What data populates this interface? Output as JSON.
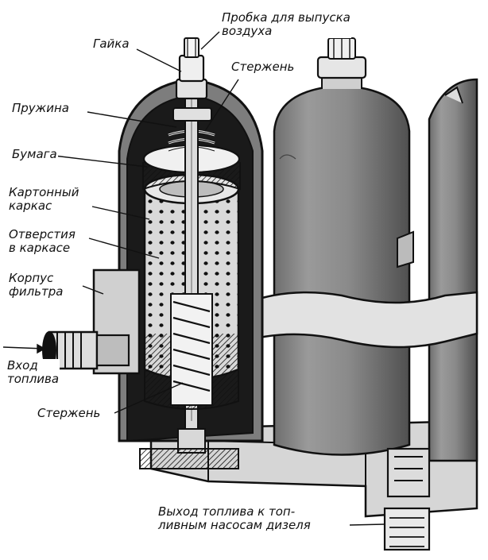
{
  "labels": {
    "probka": "Пробка для выпуска\nвоздуха",
    "gayka": "Гайка",
    "sterzhen_top": "Стержень",
    "pruzhina": "Пружина",
    "bumaga": "Бумага",
    "kartonny_karkas": "Картонный\nкаркас",
    "otverstiya": "Отверстия\nв каркасе",
    "korpus": "Корпус\nфильтра",
    "vkhod": "Вход\nтоплива",
    "sterzhen_bottom": "Стержень",
    "vykhod": "Выход топлива к топ-\nливным насосам дизеля"
  },
  "colors": {
    "ink": "#111111",
    "housing_fill": "#8c8c8c",
    "housing_dark": "#555555",
    "paper": "#ffffff"
  }
}
